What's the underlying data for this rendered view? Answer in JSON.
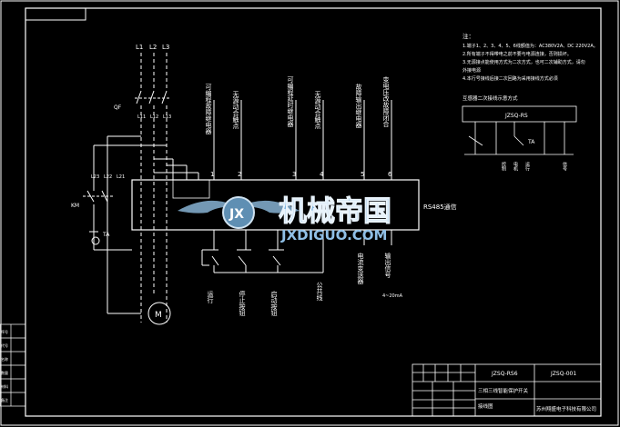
{
  "terminals": {
    "l1": "L1",
    "l2": "L2",
    "l3": "L3",
    "qf": "QF",
    "l11": "L11",
    "l12": "L12",
    "l13": "L13",
    "l21": "L21",
    "l22": "L22",
    "l23": "L23",
    "km": "KM",
    "ta": "TA",
    "motor": "M"
  },
  "notes": {
    "title": "注：",
    "line1": "1.端子1、2、3、4、5、6线额值为：AC380V2A、DC 220V2A。",
    "line2": "2.所有端子不得带电之前不要与电源连接，否则损坏。",
    "line3": "3.无源接点能使用方式为二次方式，也可二次辅助方式，请勿",
    "line4": "  外接电源",
    "line5": "4.本行号接线后接二次回路为采用接线方式必须"
  },
  "secondary": {
    "title": "互感器二次接线示意方式",
    "model": "JZSQ-RS",
    "ta": "TA",
    "cols": [
      "控制",
      "电机",
      "运行",
      "信号"
    ]
  },
  "vertical_labels": [
    {
      "n": "1",
      "text": "可编程故障继电器"
    },
    {
      "n": "2",
      "text": "无源动合触点"
    },
    {
      "n": "3",
      "text": "可编程延时继电器"
    },
    {
      "n": "4",
      "text": "无源动合触点"
    },
    {
      "n": "5",
      "text": "故障输出继电器"
    },
    {
      "n": "6",
      "text": "变电压改故障闭合"
    }
  ],
  "rs485": "RS485通信",
  "bottom_labels": [
    "运行",
    "停止按钮",
    "启动按钮",
    "公共线",
    "电流变送器",
    "输出信号"
  ],
  "output_note": "4~20mA",
  "watermark": {
    "cn": "机械帝国",
    "en": "JXDIGUO.COM",
    "logo": "JX"
  },
  "title_block": {
    "code": "JZSQ-RS6",
    "drawing": "JZSQ-001",
    "desc1": "三相三线智能保护开关",
    "desc2": "接线图",
    "company": "苏州翔盛电子科技有限公司"
  },
  "left_table": [
    "序号",
    "代号",
    "名称",
    "数量",
    "材料",
    "备注"
  ]
}
